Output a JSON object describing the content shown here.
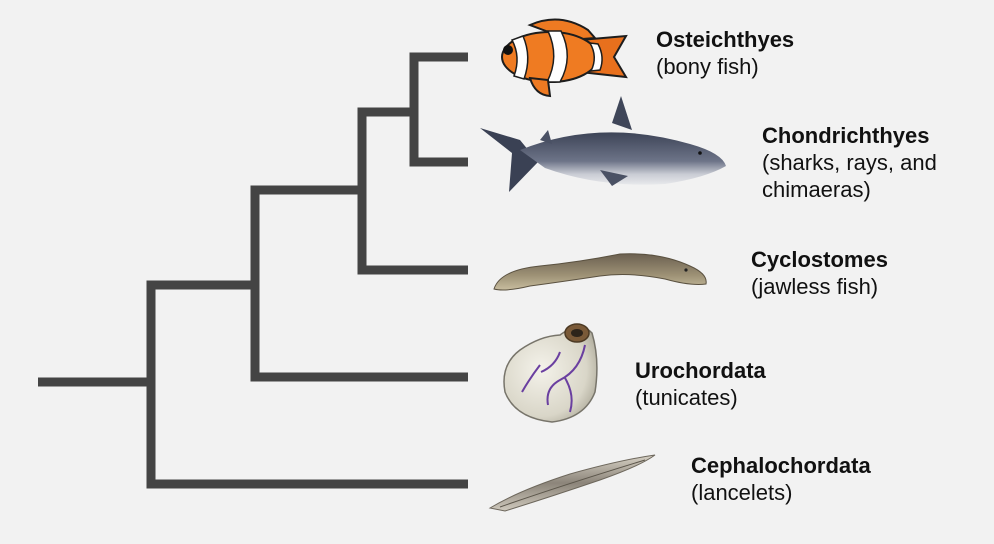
{
  "colors": {
    "background": "#f2f2f2",
    "branch": "#444444",
    "text": "#111111"
  },
  "taxa": [
    {
      "name": "Osteichthyes",
      "common": "(bony fish)",
      "icon": "clownfish-icon"
    },
    {
      "name": "Chondrichthyes",
      "common": "(sharks, rays, and chimaeras)",
      "icon": "shark-icon"
    },
    {
      "name": "Cyclostomes",
      "common": "(jawless fish)",
      "icon": "lamprey-icon"
    },
    {
      "name": "Urochordata",
      "common": "(tunicates)",
      "icon": "tunicate-icon"
    },
    {
      "name": "Cephalochordata",
      "common": "(lancelets)",
      "icon": "lancelet-icon"
    }
  ]
}
